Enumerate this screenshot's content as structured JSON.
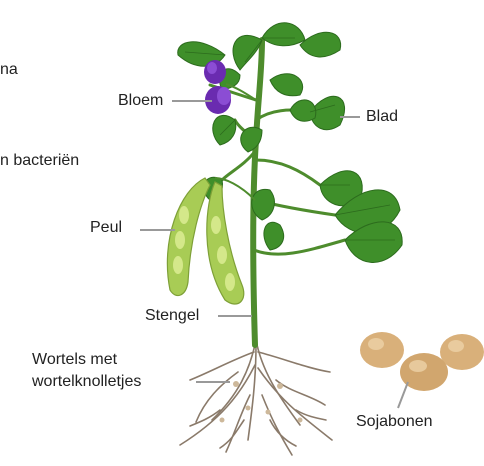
{
  "labels": {
    "cut_top": "na",
    "cut_bacteria_prefix": "n",
    "cut_bacteria": "bacteriën",
    "flower": "Bloem",
    "leaf": "Blad",
    "pod": "Peul",
    "stem": "Stengel",
    "roots_line1": "Wortels met",
    "roots_line2": "wortelknolletjes",
    "beans": "Sojabonen"
  },
  "colors": {
    "leaf": "#3f8f2a",
    "leaf_dark": "#2c6b1d",
    "stem": "#4e8c2d",
    "pod": "#a8cc55",
    "pod_seed": "#d4e88a",
    "flower": "#6a2bb0",
    "root": "#8a7a6a",
    "bean": "#d9b07a",
    "leader": "#999999"
  }
}
